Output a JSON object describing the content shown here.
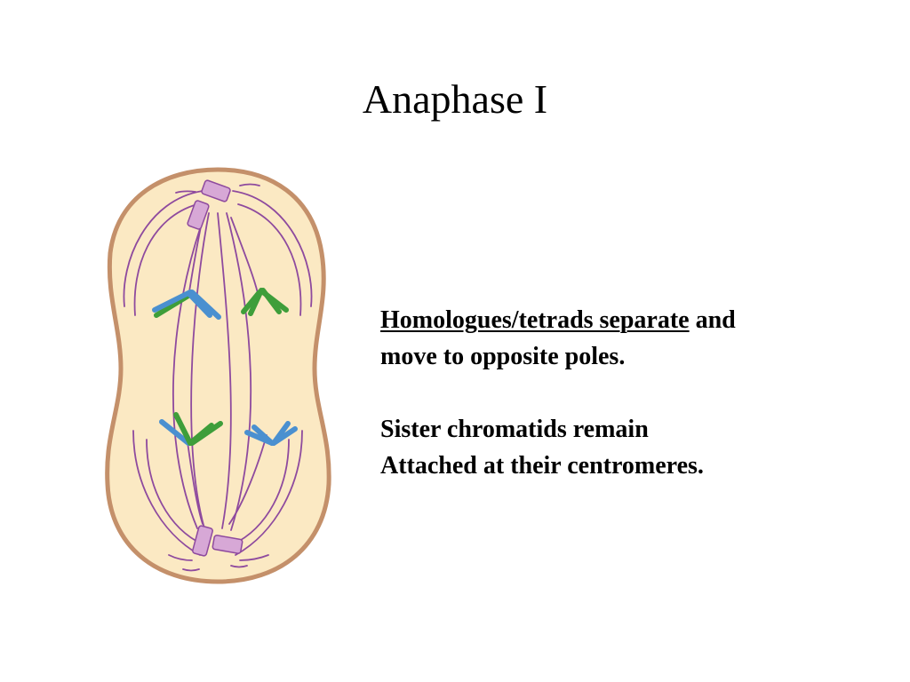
{
  "slide": {
    "title": "Anaphase I",
    "point1": {
      "emphasis": "Homologues/tetrads separate",
      "rest_line1": " and",
      "line2": "move to opposite poles."
    },
    "point2": {
      "line1": "Sister chromatids remain",
      "line2": "Attached at their centromeres."
    }
  },
  "colors": {
    "cell_fill": "#fbe9c3",
    "cell_membrane": "#c4906a",
    "spindle_fibers": "#8e4a9e",
    "centriole": "#d7a8d6",
    "chromosome_blue": "#4a90d0",
    "chromosome_green": "#3e9e3a"
  }
}
